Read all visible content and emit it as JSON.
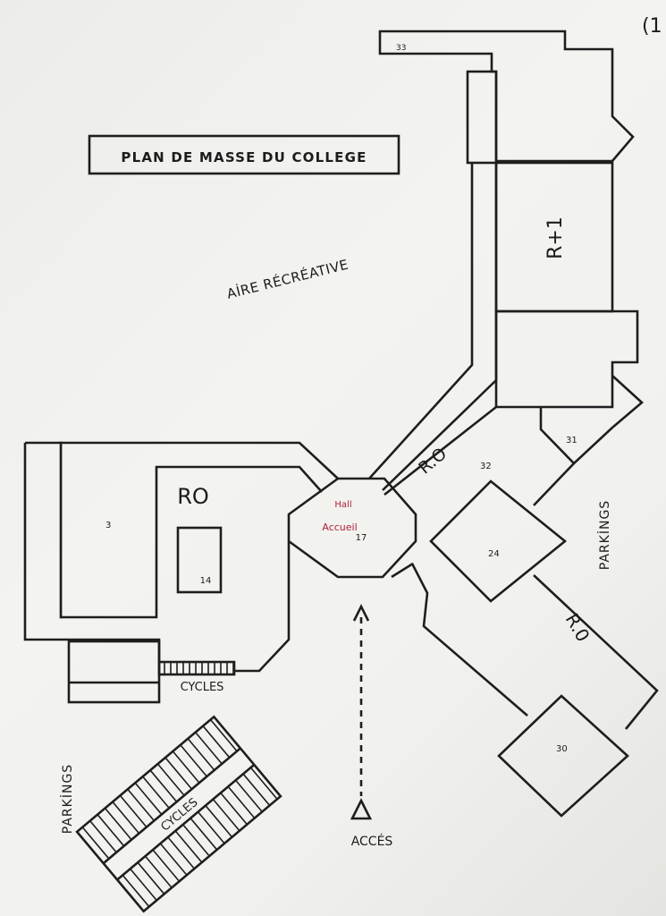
{
  "title": "PLAN DE MASSE DU COLLEGE",
  "corner_mark": "(1",
  "labels": {
    "aire": "AİRE   RÉCRÉATIVE",
    "r1": "R+1",
    "r0_left": "RO",
    "r0_diag": "R.O",
    "r0_right": "R.0",
    "hall_line1": "Hall",
    "hall_line2": "Accueil",
    "parkings_right": "PARKİNGS",
    "parkings_left": "PARKİNGS",
    "cycles_small": "CYCLES",
    "cycles_big": "CYCLES",
    "acces": "ACCÉS"
  },
  "room_numbers": {
    "n33": "33",
    "n32": "32",
    "n31": "31",
    "n24": "24",
    "n30": "30",
    "n3": "3",
    "n14": "14",
    "n17": "17"
  },
  "colors": {
    "ink": "#1e1e1e",
    "hall_text": "#b0203a",
    "paper": "#f1f1ee"
  }
}
